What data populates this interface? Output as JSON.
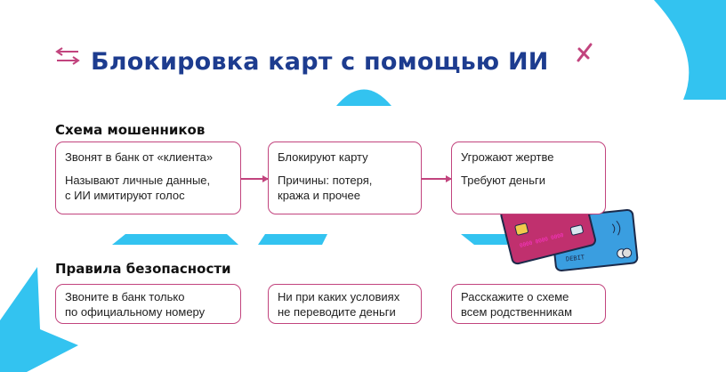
{
  "title": "Блокировка карт с помощью ИИ",
  "scheme": {
    "heading": "Схема мошенников",
    "steps": [
      {
        "line1": "Звонят в банк от «клиента»",
        "line2": "Называют личные данные,\nс ИИ имитируют голос"
      },
      {
        "line1": "Блокируют карту",
        "line2": "Причины: потеря,\nкража и прочее"
      },
      {
        "line1": "Угрожают жертве",
        "line2": "Требуют деньги"
      }
    ]
  },
  "rules": {
    "heading": "Правила безопасности",
    "items": [
      "Звоните в банк только\nпо официальному номеру",
      "Ни при каких условиях\nне переводите деньги",
      "Расскажите о схеме\nвсем родственникам"
    ]
  },
  "cards_illustration": {
    "card2_label": "DEBIT"
  },
  "colors": {
    "accent_blue": "#33c3f0",
    "title_blue": "#1d3c8f",
    "pink": "#c2447e"
  }
}
